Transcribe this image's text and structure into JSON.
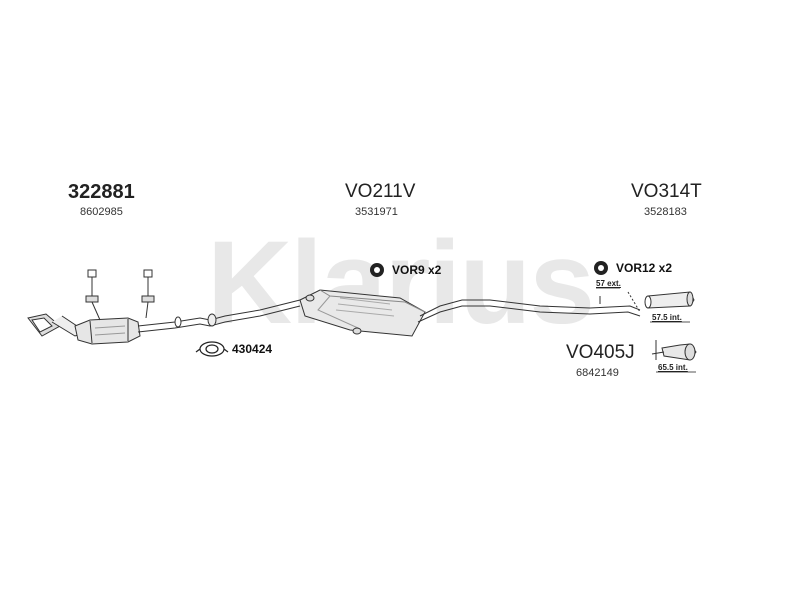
{
  "brand": {
    "watermark": "Klarius"
  },
  "parts": {
    "front_code": "322881",
    "front_ref": "8602985",
    "middle_code": "VO211V",
    "middle_ref": "3531971",
    "rear_code": "VO314T",
    "rear_ref": "3528183",
    "tail_code": "VO405J",
    "tail_ref": "6842149"
  },
  "accessories": {
    "front_hanger": "VOR9 x2",
    "rear_hanger": "VOR12 x2",
    "clamp": "430424"
  },
  "dimensions": {
    "ext": "57 ext.",
    "int_a": "57.5 int.",
    "int_b": "65.5 int."
  }
}
